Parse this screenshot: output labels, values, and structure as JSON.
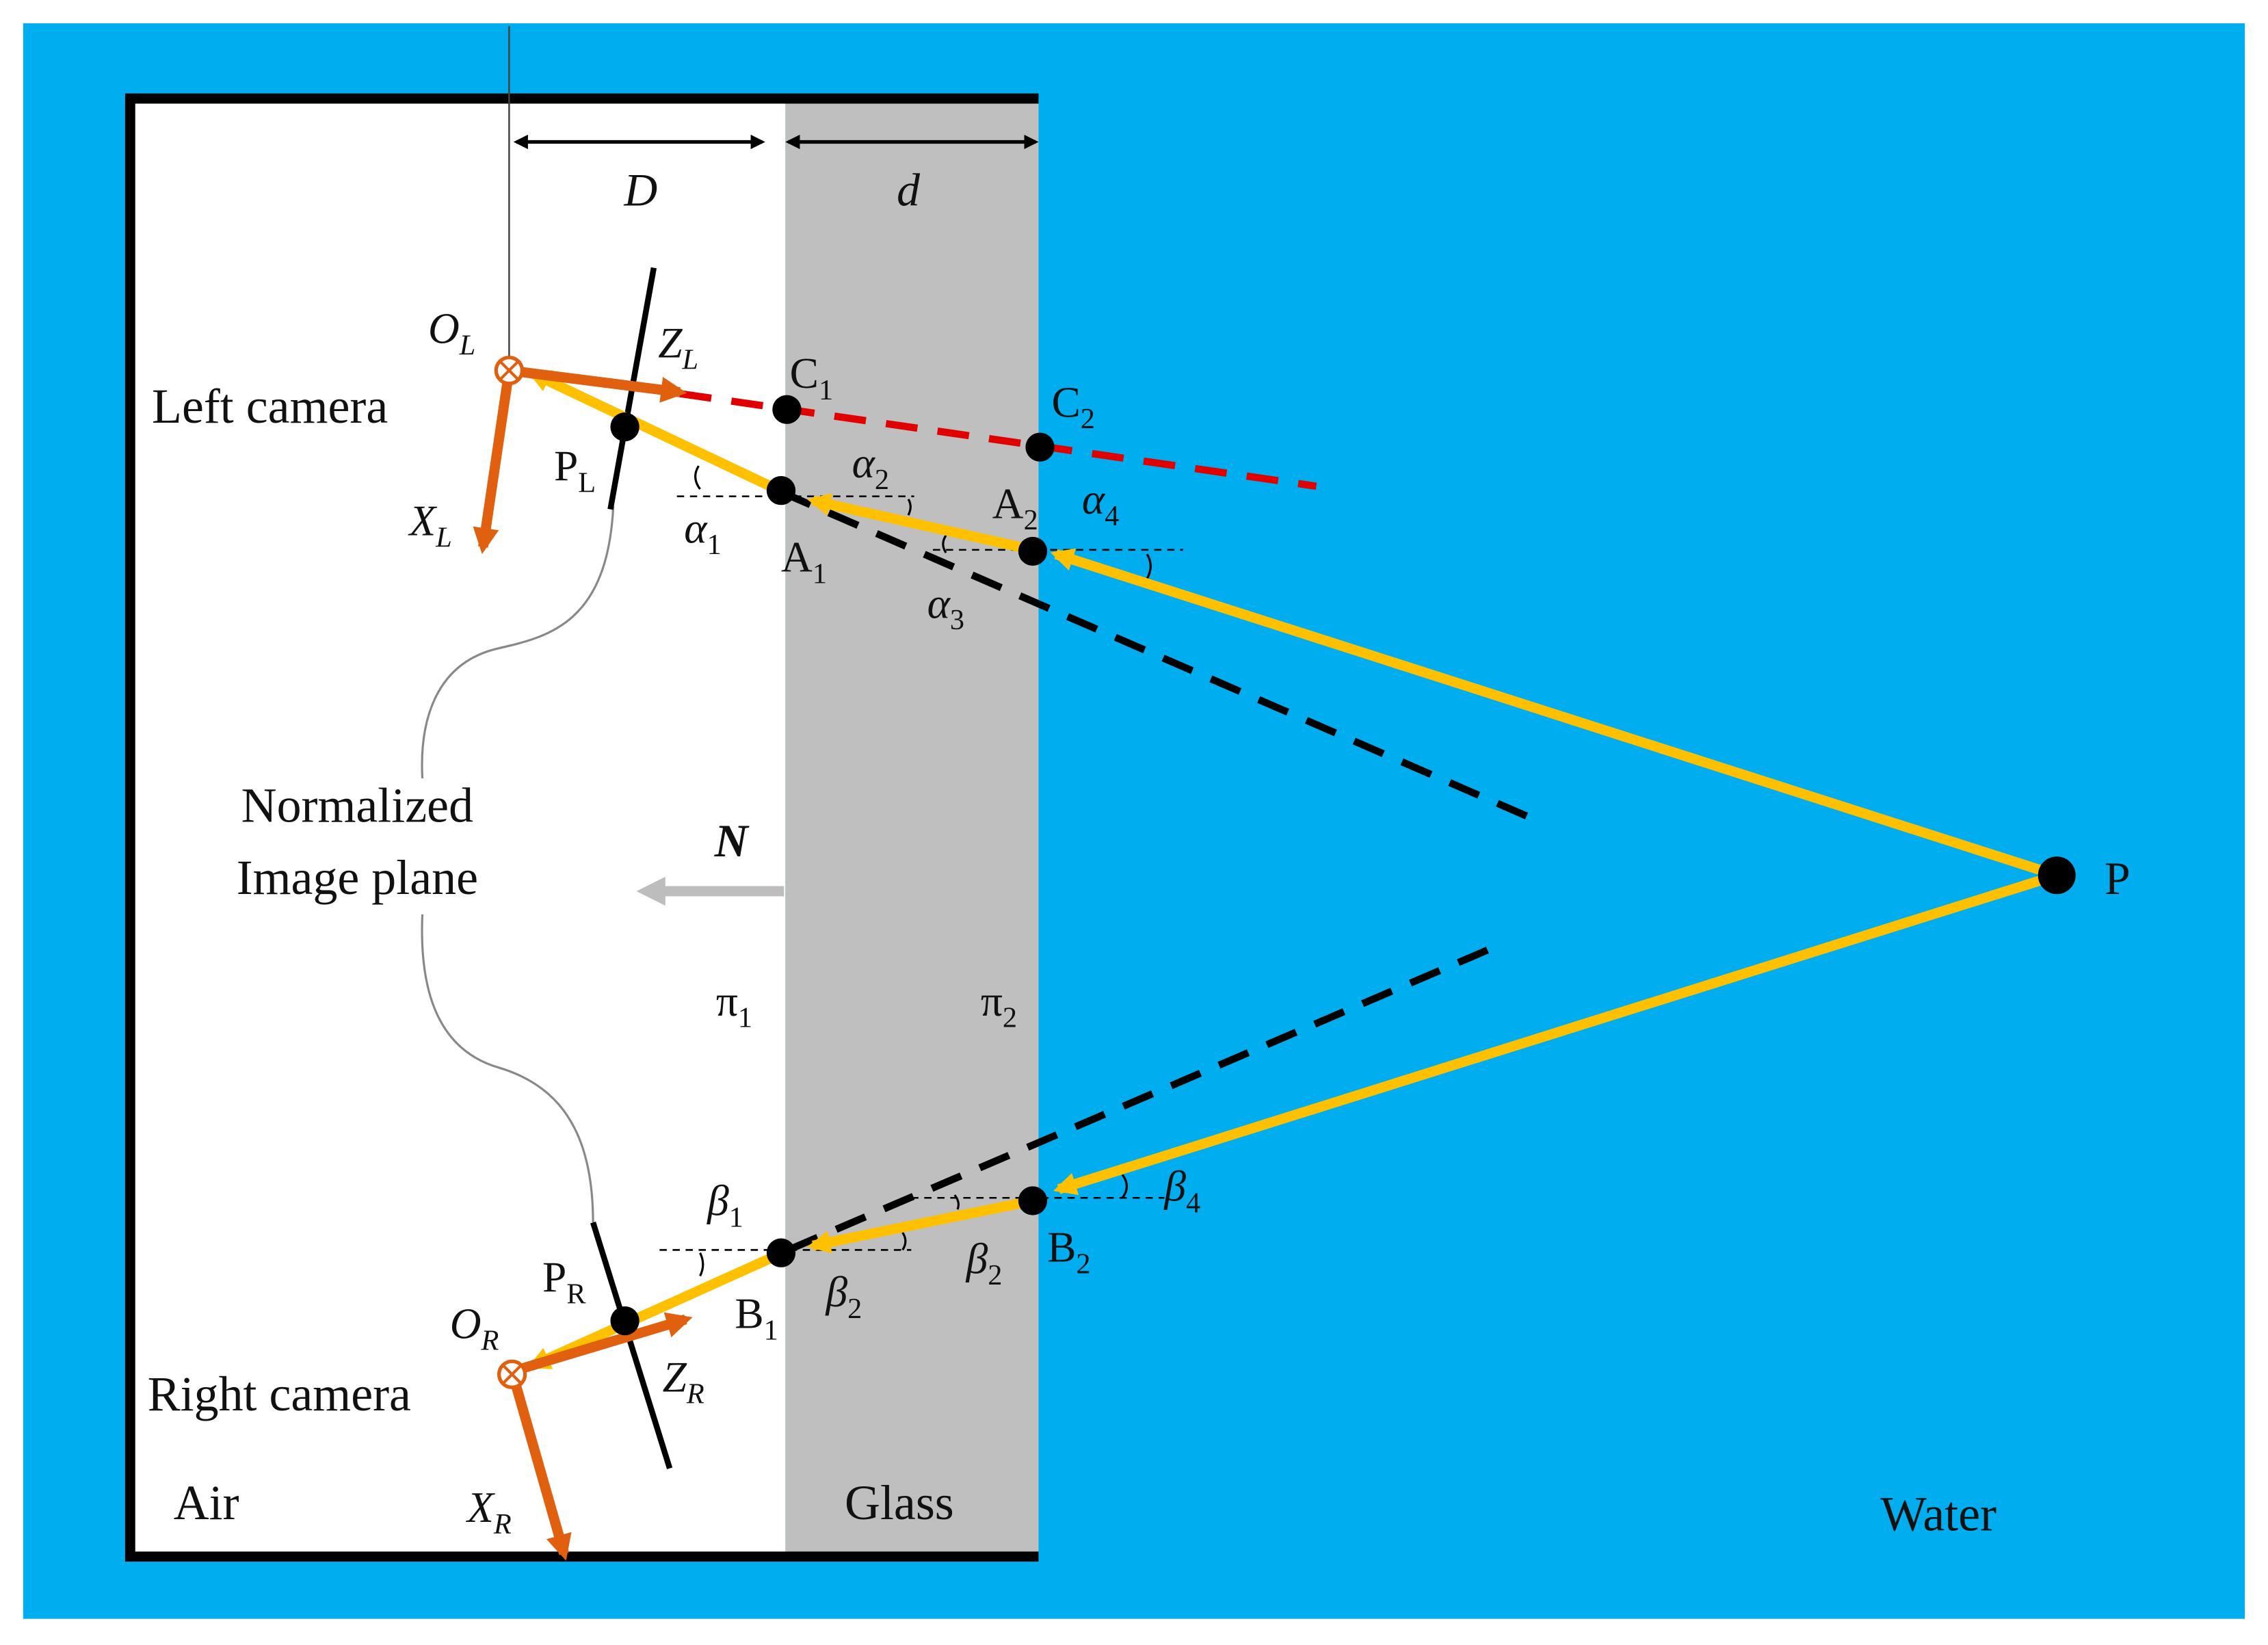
{
  "colors": {
    "water": "#00AEEF",
    "glass": "#BFBFBF",
    "air": "#FFFFFF",
    "ray": "#FFC000",
    "axis": "#E06010",
    "extension_red": "#E00000",
    "normal_arrow": "#BDBDBD",
    "ink": "#000000"
  },
  "regions": {
    "air": "Air",
    "glass": "Glass",
    "water": "Water"
  },
  "cameras": {
    "left": {
      "name": "Left camera",
      "origin": "O",
      "origin_sub": "L",
      "z_axis": "Z",
      "z_sub": "L",
      "x_axis": "X",
      "x_sub": "L",
      "image_point": "P",
      "image_point_sub": "L"
    },
    "right": {
      "name": "Right camera",
      "origin": "O",
      "origin_sub": "R",
      "z_axis": "Z",
      "z_sub": "R",
      "x_axis": "X",
      "x_sub": "R",
      "image_point": "P",
      "image_point_sub": "R"
    }
  },
  "image_plane": {
    "line1": "Normalized",
    "line2": "Image plane"
  },
  "dimensions": {
    "D": "D",
    "d": "d"
  },
  "normal": "N",
  "planes": {
    "pi1": {
      "sym": "π",
      "sub": "1"
    },
    "pi2": {
      "sym": "π",
      "sub": "2"
    }
  },
  "points": {
    "C1": {
      "sym": "C",
      "sub": "1"
    },
    "C2": {
      "sym": "C",
      "sub": "2"
    },
    "A1": {
      "sym": "A",
      "sub": "1"
    },
    "A2": {
      "sym": "A",
      "sub": "2"
    },
    "B1": {
      "sym": "B",
      "sub": "1"
    },
    "B2": {
      "sym": "B",
      "sub": "2"
    },
    "P": "P"
  },
  "angles": {
    "alpha1": {
      "sym": "α",
      "sub": "1"
    },
    "alpha2": {
      "sym": "α",
      "sub": "2"
    },
    "alpha3": {
      "sym": "α",
      "sub": "3"
    },
    "alpha4": {
      "sym": "α",
      "sub": "4"
    },
    "beta1": {
      "sym": "β",
      "sub": "1"
    },
    "beta2a": {
      "sym": "β",
      "sub": "2"
    },
    "beta2b": {
      "sym": "β",
      "sub": "2"
    },
    "beta4": {
      "sym": "β",
      "sub": "4"
    }
  }
}
